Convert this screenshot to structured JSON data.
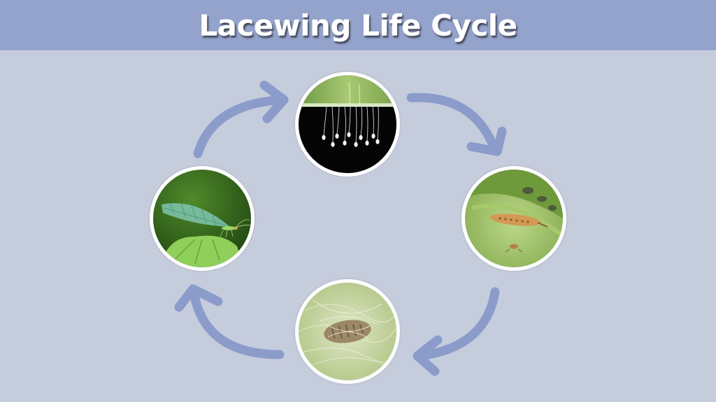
{
  "title": "Lacewing Life Cycle",
  "colors": {
    "background": "#c5ccdc",
    "title_bar": "#94a3cb",
    "arrow": "#8b9ccb",
    "circle_border": "#ffffff"
  },
  "stages": [
    {
      "id": "eggs",
      "icon": "lacewing-eggs-photo"
    },
    {
      "id": "larva",
      "icon": "lacewing-larva-photo"
    },
    {
      "id": "pupa",
      "icon": "lacewing-cocoon-photo"
    },
    {
      "id": "adult",
      "icon": "adult-lacewing-photo"
    }
  ],
  "cycle_direction": "clockwise"
}
